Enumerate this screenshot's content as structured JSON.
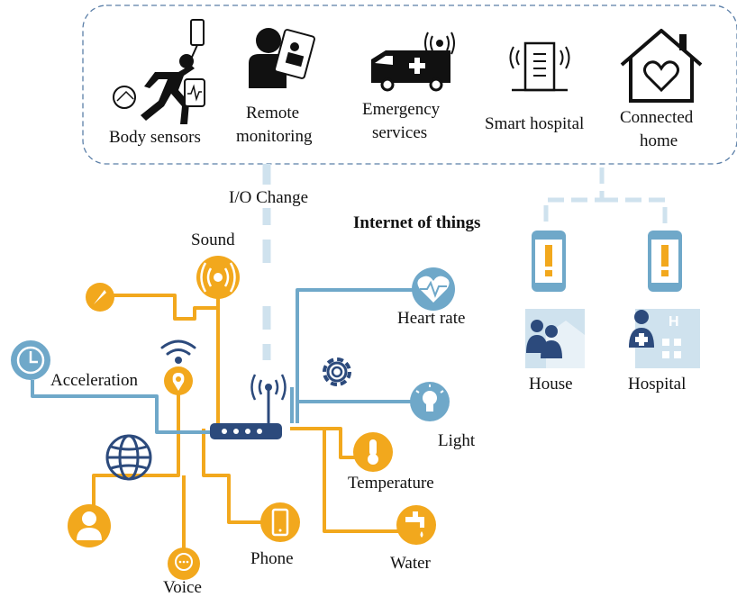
{
  "top_panel": {
    "body_sensors": "Body sensors",
    "remote_monitoring": [
      "Remote",
      "monitoring"
    ],
    "emergency_services": [
      "Emergency",
      "services"
    ],
    "smart_hospital": "Smart hospital",
    "connected_home": [
      "Connected",
      "home"
    ]
  },
  "io_change": "I/O Change",
  "internet_of_things": "Internet of things",
  "devices": {
    "house": "House",
    "hospital": "Hospital"
  },
  "sensors": {
    "sound": "Sound",
    "acceleration": "Acceleration",
    "heart_rate": "Heart rate",
    "light": "Light",
    "temperature": "Temperature",
    "water": "Water",
    "phone": "Phone",
    "voice": "Voice"
  },
  "colors": {
    "orange": "#f2a81d",
    "blue": "#6fa8c9",
    "navy": "#2c4a7c",
    "light_blue": "#cfe2ee",
    "dashed_border": "#5b7fa8"
  }
}
